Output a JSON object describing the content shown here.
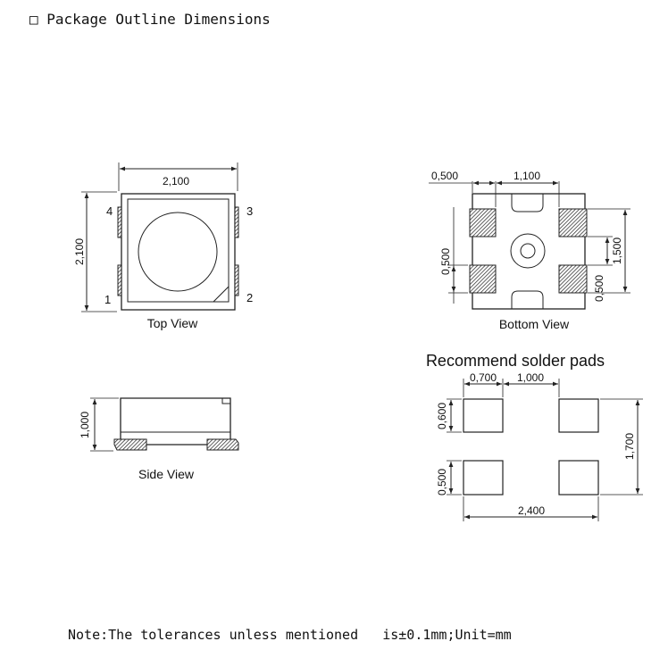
{
  "heading": {
    "checkbox": "□",
    "text": "Package Outline Dimensions"
  },
  "top_view": {
    "caption": "Top View",
    "width_dim": "2,100",
    "height_dim": "2,100",
    "pins": {
      "p1": "1",
      "p2": "2",
      "p3": "3",
      "p4": "4"
    }
  },
  "side_view": {
    "caption": "Side View",
    "height_dim": "1,000"
  },
  "bottom_view": {
    "caption": "Bottom View",
    "dim_top_left": "0,500",
    "dim_top_mid": "1,100",
    "dim_left": "0,500",
    "dim_right_outer": "1,500",
    "dim_right_inner": "0,500"
  },
  "solder_pads": {
    "title": "Recommend solder pads",
    "dim_top_left": "0,700",
    "dim_top_mid": "1,000",
    "dim_left_top": "0,600",
    "dim_left_bottom": "0,500",
    "dim_right": "1,700",
    "dim_bottom": "2,400"
  },
  "note": "Note:The tolerances unless mentioned   is±0.1mm;Unit=mm"
}
